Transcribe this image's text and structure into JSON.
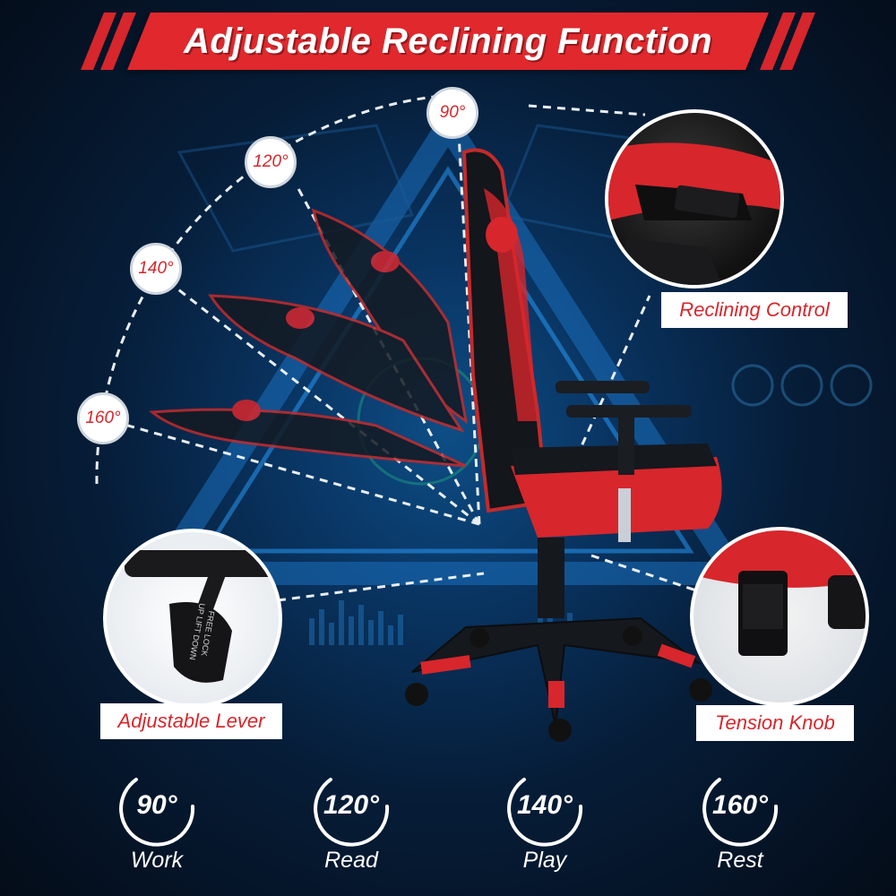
{
  "title": "Adjustable Reclining Function",
  "angles": [
    "90°",
    "120°",
    "140°",
    "160°"
  ],
  "callouts": {
    "reclining_control": "Reclining Control",
    "adjustable_lever": "Adjustable Lever",
    "tension_knob": "Tension Knob"
  },
  "lever_text": {
    "free_lock": "FREE  LOCK",
    "up_down": "UP  LIFT  DOWN"
  },
  "modes": [
    {
      "degree": "90°",
      "name": "Work"
    },
    {
      "degree": "120°",
      "name": "Read"
    },
    {
      "degree": "140°",
      "name": "Play"
    },
    {
      "degree": "160°",
      "name": "Rest"
    }
  ],
  "colors": {
    "accent": "#e0282d",
    "background": "#061d38",
    "hud": "#1a8be0"
  }
}
